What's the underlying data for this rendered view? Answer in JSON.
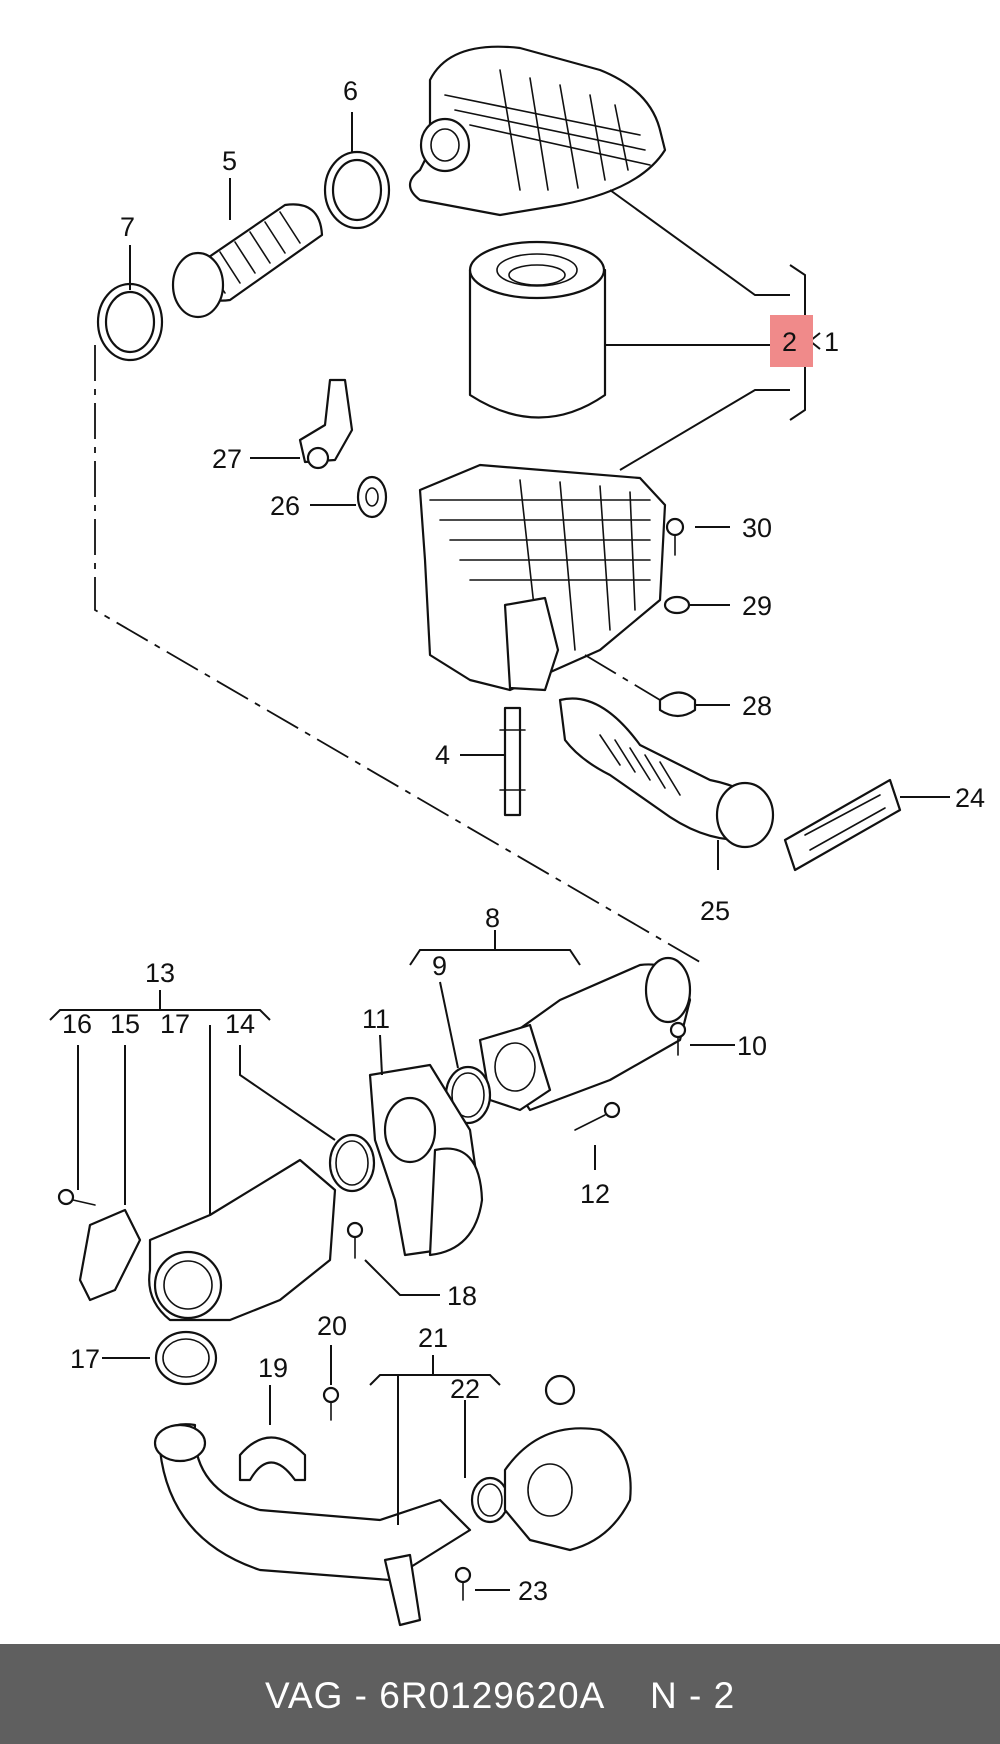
{
  "diagram": {
    "callouts": {
      "c1": "1",
      "c2": "2",
      "c4": "4",
      "c5": "5",
      "c6": "6",
      "c7": "7",
      "c8": "8",
      "c9": "9",
      "c10": "10",
      "c11": "11",
      "c12": "12",
      "c13": "13",
      "c14": "14",
      "c15": "15",
      "c16": "16",
      "c17a": "17",
      "c17b": "17",
      "c18": "18",
      "c19": "19",
      "c20": "20",
      "c21": "21",
      "c22": "22",
      "c23": "23",
      "c24": "24",
      "c25": "25",
      "c26": "26",
      "c27": "27",
      "c28": "28",
      "c29": "29",
      "c30": "30"
    },
    "highlight_color": "#f08a8a",
    "line_color": "#111111"
  },
  "footer": {
    "part_label": "VAG - 6R0129620A",
    "page_label": "N - 2",
    "background": "#5f5f5f"
  }
}
